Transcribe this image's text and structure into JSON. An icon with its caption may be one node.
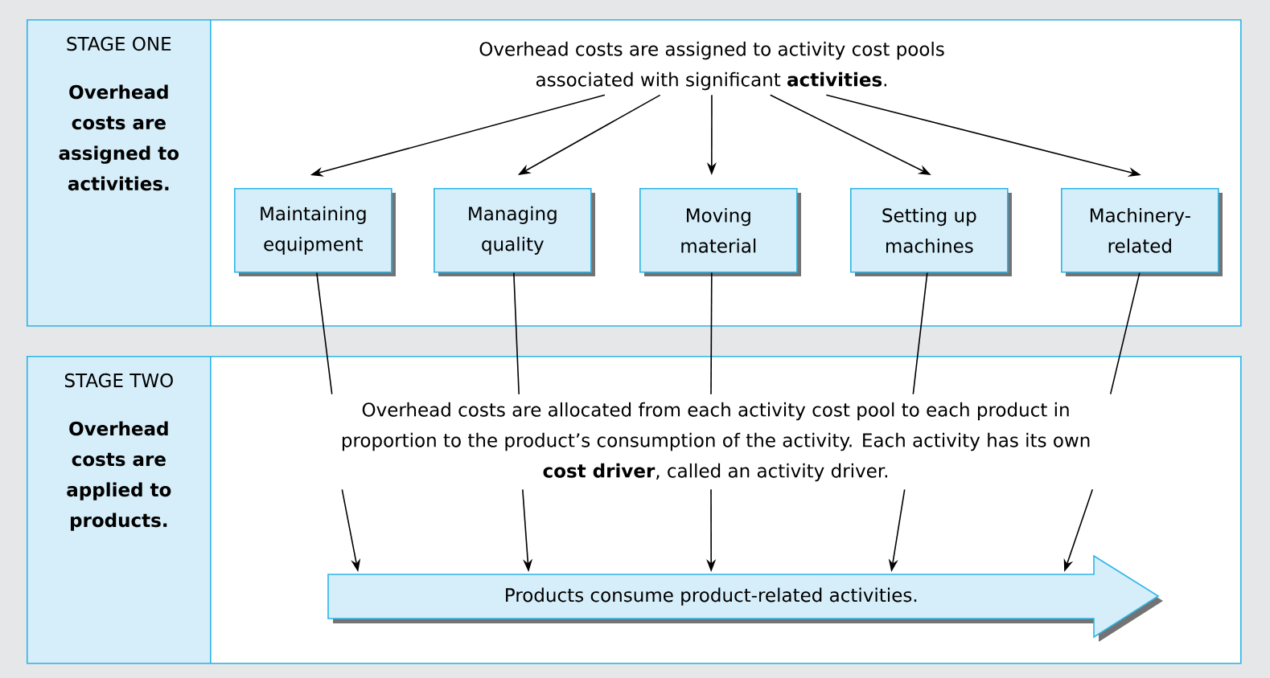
{
  "diagram": {
    "nodes": [
      {
        "text": [
          "STAGE ONE",
          "Overhead costs are assigned to activities."
        ]
      },
      {
        "text": [],
        "shape": "box"
      },
      {
        "text": [
          "Overhead costs are assigned to activity cost pools associated with significant **activities**."
        ],
        "in": 1
      },
      {
        "text": [
          "Maintaining equipment"
        ],
        "in": 1
      },
      {
        "text": [
          "Managing quality"
        ],
        "in": 1
      },
      {
        "text": [
          "Moving material"
        ],
        "in": 1
      },
      {
        "text": [
          "Setting up machines"
        ],
        "in": 1
      },
      {
        "text": [
          "Machinery-related"
        ],
        "in": 1
      },
      {
        "text": [
          "STAGE TWO",
          "Overhead costs are applied to products."
        ]
      },
      {
        "text": [],
        "shape": "box"
      },
      {
        "text": [
          "Overhead costs are allocated from each activity cost pool to each product in proportion to the product’s consumption of the activity. Each activity has its own **cost driver**, called an activity driver."
        ],
        "in": 9
      },
      {
        "text": [
          "Products consume product-related activities."
        ],
        "in": 9
      }
    ],
    "edges": [
      {
        "from": 2,
        "to": 3,
        "arrow": "to"
      },
      {
        "from": 2,
        "to": 4,
        "arrow": "to"
      },
      {
        "from": 2,
        "to": 5,
        "arrow": "to"
      },
      {
        "from": 2,
        "to": 6,
        "arrow": "to"
      },
      {
        "from": 2,
        "to": 7,
        "arrow": "to"
      },
      {
        "from": 3,
        "to": 10,
        "arrow": "none"
      },
      {
        "from": 4,
        "to": 10,
        "arrow": "none"
      },
      {
        "from": 5,
        "to": 10,
        "arrow": "none"
      },
      {
        "from": 6,
        "to": 10,
        "arrow": "none"
      },
      {
        "from": 7,
        "to": 10,
        "arrow": "none"
      },
      {
        "from": 10,
        "to": 11,
        "arrow": "to"
      },
      {
        "from": 10,
        "to": 11,
        "arrow": "to"
      },
      {
        "from": 10,
        "to": 11,
        "arrow": "to"
      },
      {
        "from": 10,
        "to": 11,
        "arrow": "to"
      },
      {
        "from": 10,
        "to": 11,
        "arrow": "to"
      }
    ]
  }
}
